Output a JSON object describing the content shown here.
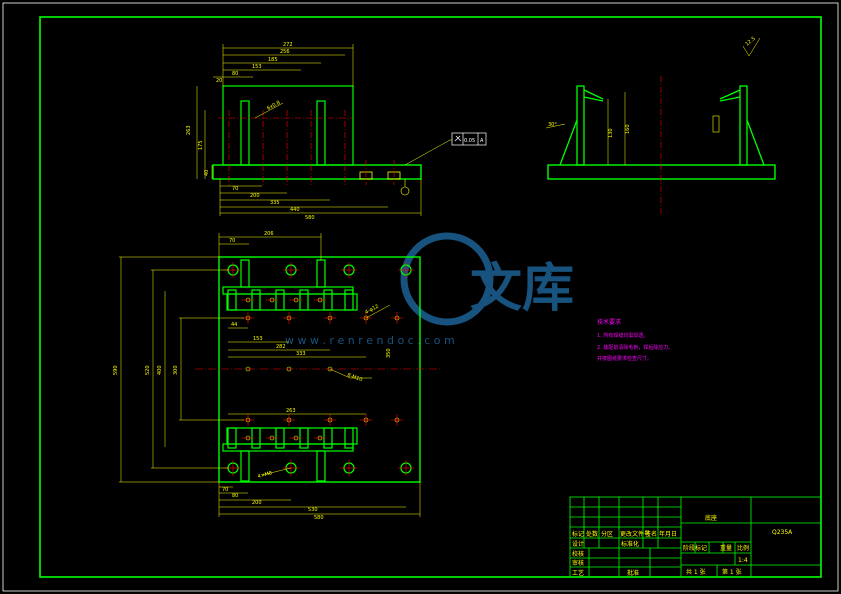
{
  "watermark": {
    "text": "文库",
    "url": "w w w . r e n r e n d o c . c o m"
  },
  "notes": {
    "title": "技术要求",
    "lines": [
      "1. 所有焊缝均需焊透。",
      "2. 装配前清除毛刺，焊后除应力。",
      "   并按图纸要求检查尺寸。"
    ]
  },
  "tolerance": {
    "value": "0.05",
    "datum": "A"
  },
  "roughness": "12.5",
  "dimensions": {
    "front": {
      "top": [
        "272",
        "256",
        "185",
        "153",
        "80",
        "20"
      ],
      "left": [
        "263",
        "175",
        "40"
      ],
      "bottom": [
        "70",
        "200",
        "335",
        "440",
        "580"
      ],
      "slot": "6x0.8"
    },
    "side": {
      "angle": "30°",
      "h1": "130",
      "h2": "160"
    },
    "plan": {
      "top": [
        "206",
        "70"
      ],
      "left": [
        "590",
        "520",
        "400",
        "300"
      ],
      "mid": [
        "44",
        "153",
        "282",
        "333"
      ],
      "lower": [
        "263",
        "350"
      ],
      "bottom": [
        "70",
        "80",
        "200",
        "530",
        "580"
      ],
      "holes": [
        "8-M10",
        "4-φ12",
        "4×M8"
      ]
    }
  },
  "title_block": {
    "part_name": "底座",
    "material": "Q235A",
    "scale": "1:4",
    "headers": [
      "标记",
      "处数",
      "分区",
      "更改文件号",
      "签名",
      "年月日"
    ],
    "roles": [
      "设计",
      "校核",
      "审核",
      "工艺"
    ],
    "standardize": "标准化",
    "approve": "批准",
    "stage": "阶段标记",
    "weight": "重量",
    "ratio": "比例",
    "sheets": "共 1 张",
    "sheet_no": "第 1 张"
  },
  "colors": {
    "background": "#000000",
    "outline": "#00ff00",
    "dimension": "#ffff00",
    "center": "#ff0000",
    "note": "#ff00ff",
    "watermark": "#1f6fa8"
  }
}
